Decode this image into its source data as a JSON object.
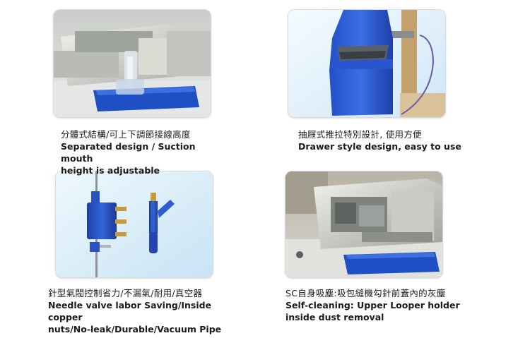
{
  "items": [
    {
      "zh": "分體式結構/可上下調節接線高度",
      "en_line1": "Separated design / Suction mouth",
      "en_line2": "height is adjustable"
    },
    {
      "zh": "抽屜式推拉特別設計, 使用方便",
      "en_line1": "Drawer style design, easy to use",
      "en_line2": ""
    },
    {
      "zh": "針型氣閥控制省力/不漏氣/耐用/真空器",
      "en_line1": "Needle valve labor Saving/Inside copper",
      "en_line2": "nuts/No-leak/Durable/Vacuum Pipe"
    },
    {
      "zh": "SC自身吸塵:吸包縫機勾針前蓋內的灰塵",
      "en_line1": "Self-cleaning: Upper Looper holder",
      "en_line2": "inside dust removal"
    }
  ],
  "colors": {
    "accent_blue": "#1f4fc4",
    "panel_bg_light": "#e6f3fb"
  }
}
